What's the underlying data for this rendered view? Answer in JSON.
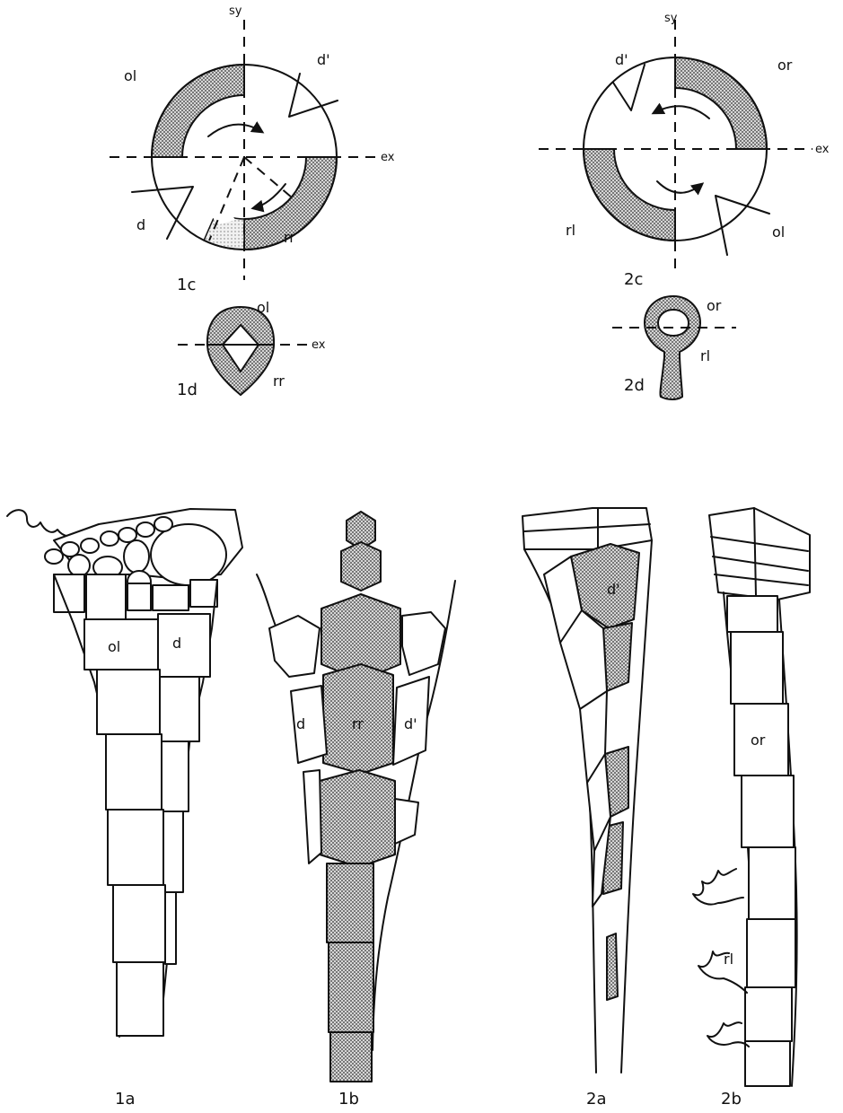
{
  "figure": {
    "panel_1c": {
      "caption": "1c",
      "axis_sy": "sy",
      "axis_ex": "ex",
      "plate_ol": "ol",
      "plate_d_prime": "d'",
      "plate_d": "d",
      "plate_rr": "rr"
    },
    "panel_1d": {
      "caption": "1d",
      "plate_ol": "ol",
      "plate_rr": "rr",
      "axis_ex": "ex"
    },
    "panel_2c": {
      "caption": "2c",
      "axis_sy": "sy",
      "axis_ex": "ex",
      "plate_d_prime": "d'",
      "plate_or": "or",
      "plate_rl": "rl",
      "plate_ol": "ol"
    },
    "panel_2d": {
      "caption": "2d",
      "plate_or": "or",
      "plate_rl": "rl"
    },
    "panel_1a": {
      "caption": "1a",
      "plate_ol": "ol",
      "plate_d": "d"
    },
    "panel_1b": {
      "caption": "1b",
      "plate_d": "d",
      "plate_rr": "rr",
      "plate_d_prime": "d'"
    },
    "panel_2a": {
      "caption": "2a",
      "plate_d_prime": "d'"
    },
    "panel_2b": {
      "caption": "2b",
      "plate_or": "or",
      "plate_rl": "rl"
    },
    "colors": {
      "ink": "#111111",
      "paper": "#ffffff",
      "stipple": "#8a8a8a"
    }
  }
}
